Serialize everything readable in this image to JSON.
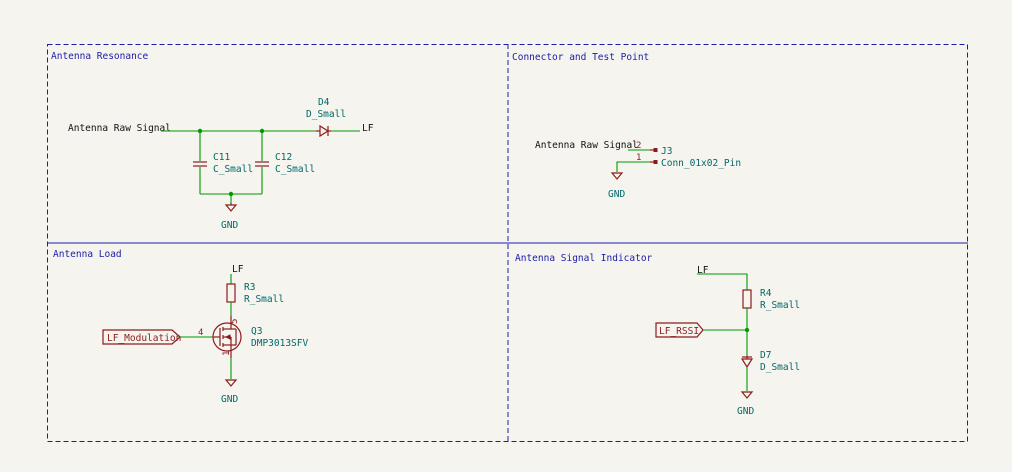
{
  "sections": {
    "antenna_resonance": "Antenna Resonance",
    "connector_test_point": "Connector and Test Point",
    "antenna_load": "Antenna Load",
    "antenna_signal_indicator": "Antenna Signal Indicator"
  },
  "nets": {
    "antenna_raw_signal": "Antenna Raw Signal",
    "lf": "LF",
    "gnd": "GND"
  },
  "global_labels": {
    "lf_modulation": "LF_Modulation",
    "lf_rssi": "LF_RSSI"
  },
  "components": {
    "d4": {
      "ref": "D4",
      "value": "D_Small"
    },
    "c11": {
      "ref": "C11",
      "value": "C_Small"
    },
    "c12": {
      "ref": "C12",
      "value": "C_Small"
    },
    "j3": {
      "ref": "J3",
      "value": "Conn_01x02_Pin",
      "pins": [
        "2",
        "1"
      ]
    },
    "r3": {
      "ref": "R3",
      "value": "R_Small"
    },
    "q3": {
      "ref": "Q3",
      "value": "DMP3013SFV",
      "pins": [
        "4",
        "5",
        "1"
      ]
    },
    "r4": {
      "ref": "R4",
      "value": "R_Small"
    },
    "d7": {
      "ref": "D7",
      "value": "D_Small"
    }
  },
  "colors": {
    "wire": "#009a00",
    "symbol": "#8c1c1c",
    "frame": "#1c1ca8",
    "ref_text": "#006868",
    "background": "#f5f4ef"
  }
}
